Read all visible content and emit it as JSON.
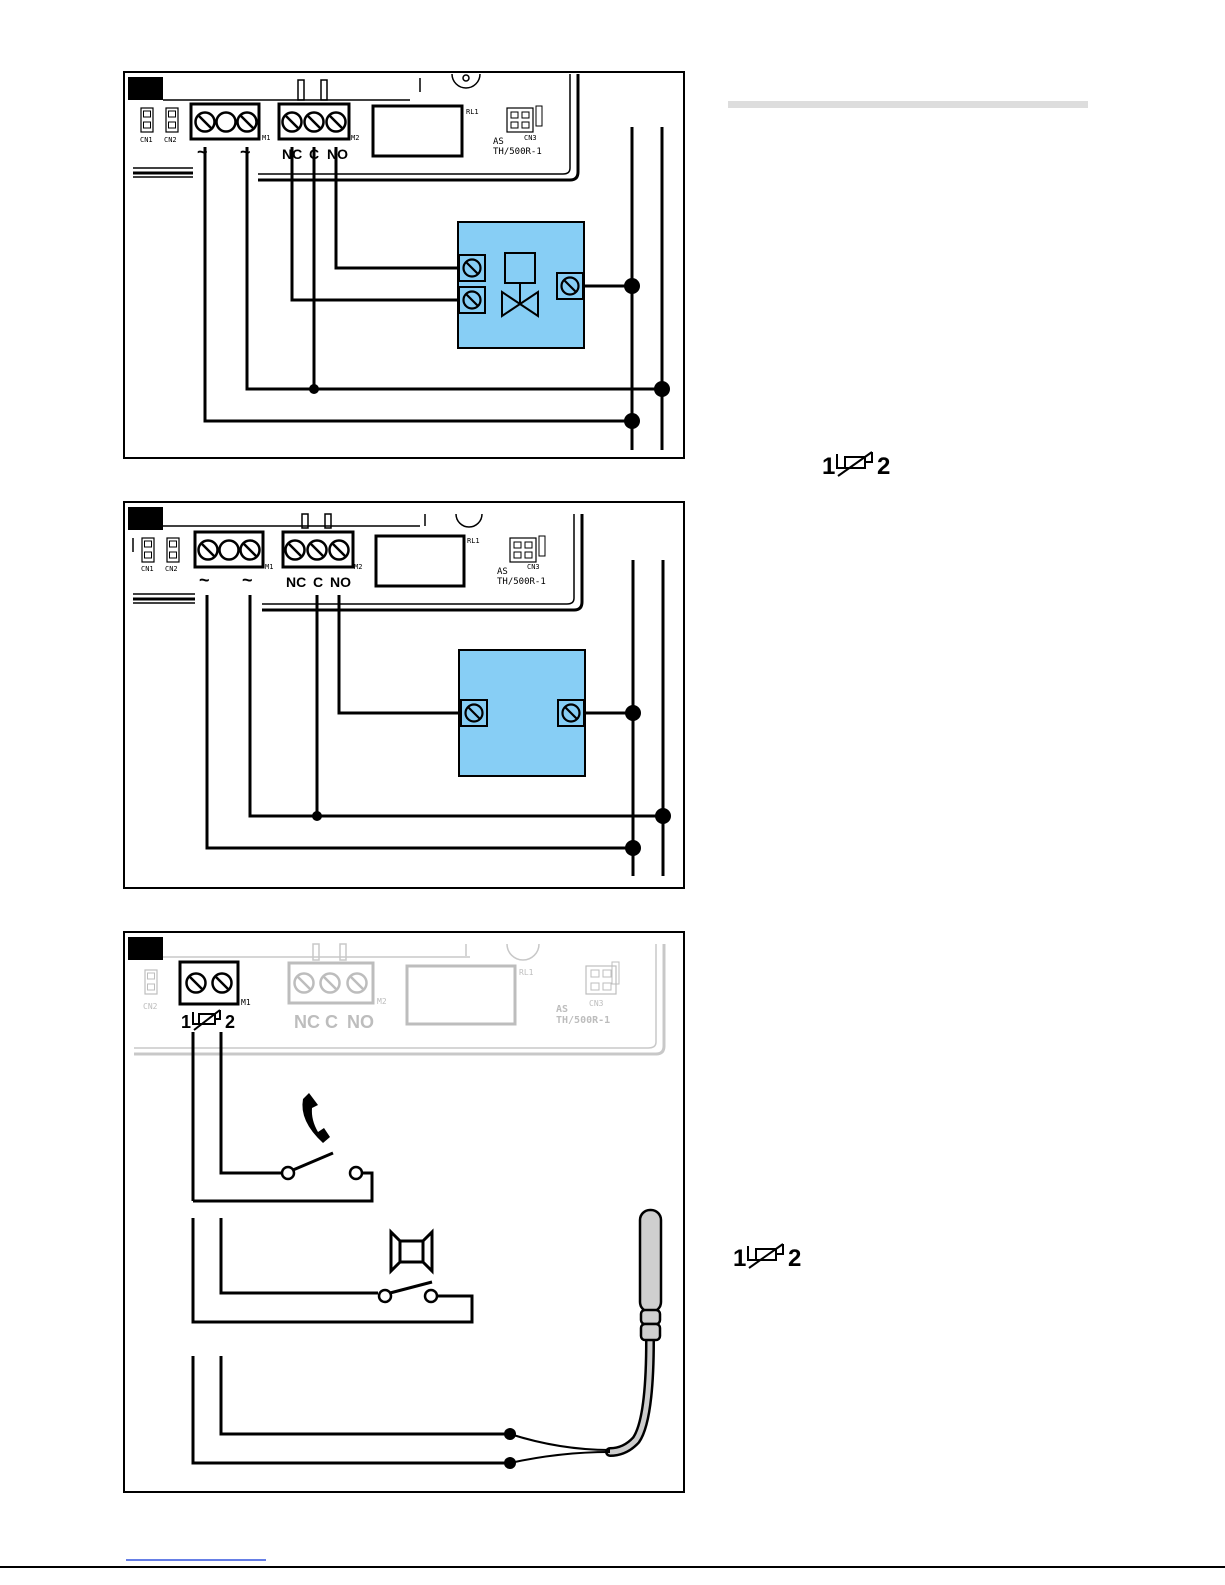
{
  "diagram1": {
    "board": {
      "cn1": "CN1",
      "cn2": "CN2",
      "m1": "M1",
      "m2": "M2",
      "rl1": "RL1",
      "cn3": "CN3",
      "model_line1": "AS",
      "model_line2": "TH/500R-1",
      "power_symbol": "~",
      "nc": "NC",
      "c": "C",
      "no": "NO"
    }
  },
  "diagram2": {
    "board": {
      "cn1": "CN1",
      "cn2": "CN2",
      "m1": "M1",
      "m2": "M2",
      "rl1": "RL1",
      "cn3": "CN3",
      "model_line1": "AS",
      "model_line2": "TH/500R-1",
      "power_symbol": "~",
      "nc": "NC",
      "c": "C",
      "no": "NO"
    }
  },
  "diagram3": {
    "board": {
      "cn2": "CN2",
      "m1": "M1",
      "m2": "M2",
      "rl1": "RL1",
      "cn3": "CN3",
      "model_line1": "AS",
      "model_line2": "TH/500R-1",
      "terminal_1": "1",
      "terminal_2": "2",
      "nc": "NC",
      "c": "C",
      "no": "NO"
    }
  },
  "side": {
    "symbol1": {
      "left": "1",
      "right": "2"
    },
    "symbol2": {
      "left": "1",
      "right": "2"
    }
  },
  "colors": {
    "device_fill": "#87CEF5",
    "line": "#000000",
    "faded": "#bdbdbd",
    "rule": "#dddddd",
    "link": "#3355dd"
  },
  "icons": [
    "phone-icon",
    "buzzer-icon",
    "probe-sensor-icon",
    "valve-icon",
    "thermistor-icon",
    "screw-terminal-icon"
  ]
}
